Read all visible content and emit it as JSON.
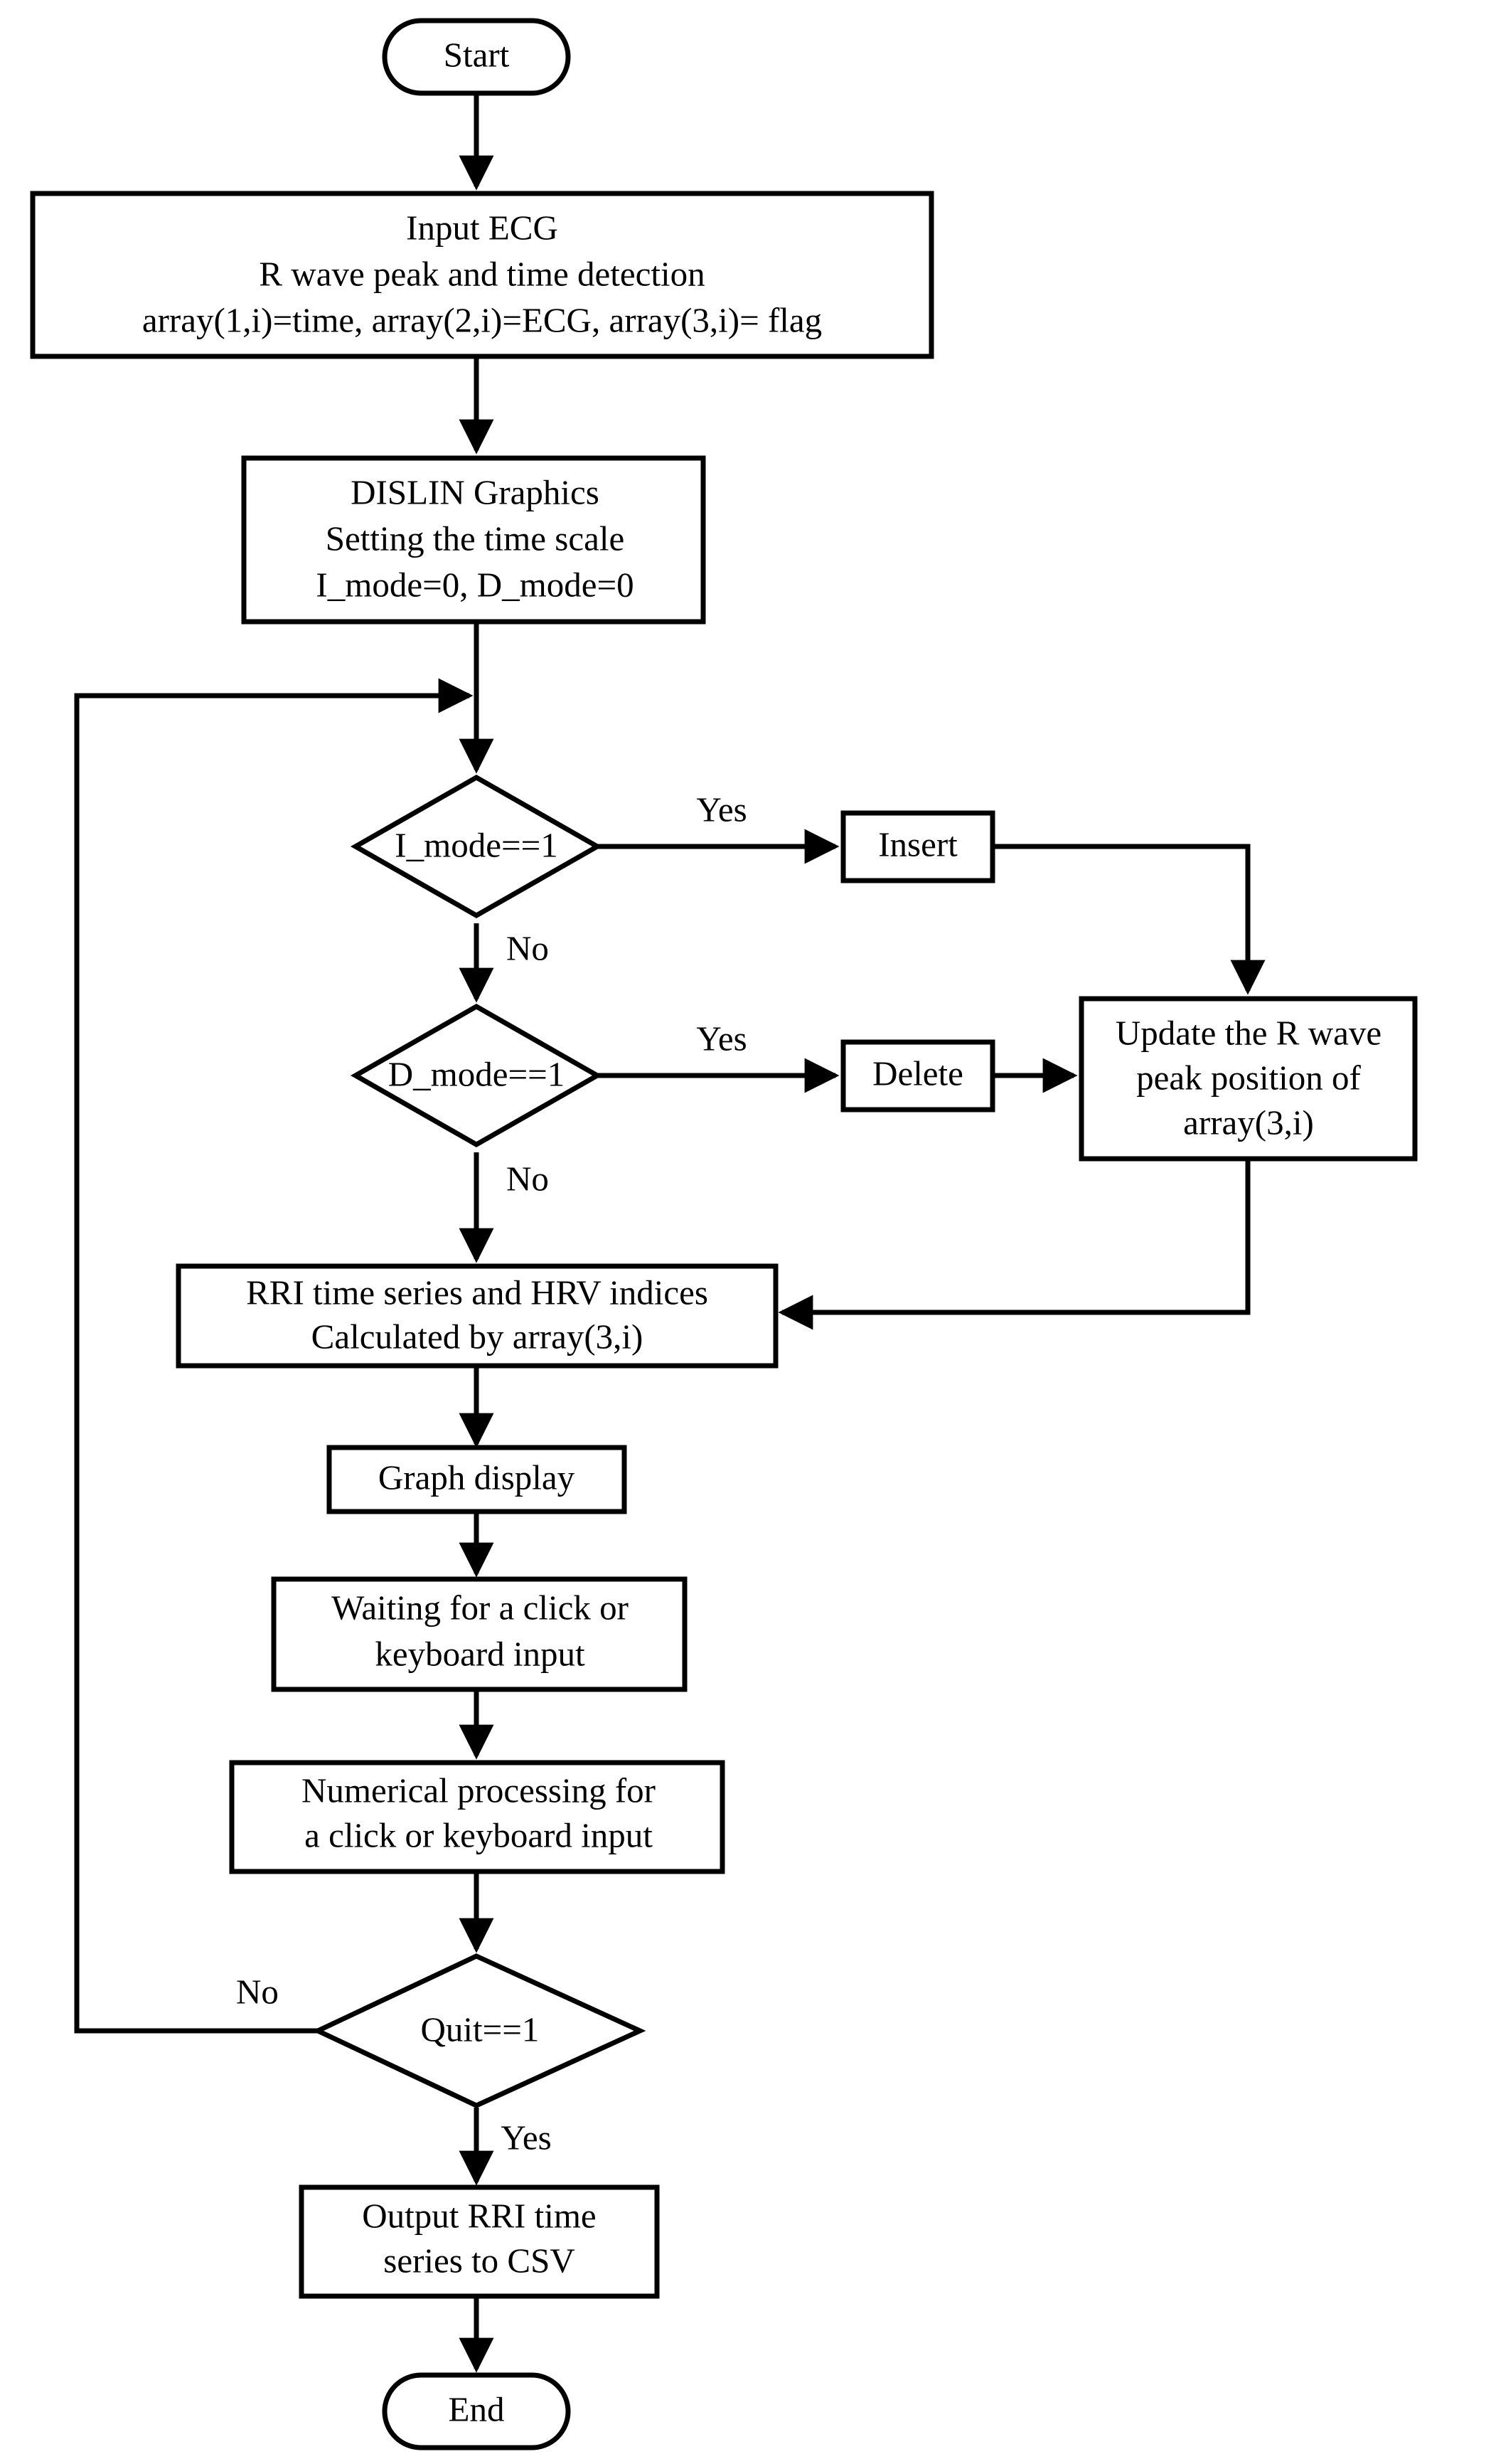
{
  "diagram": {
    "title": "ECG R wave editing and HRV analysis program flowchart",
    "type": "flowchart",
    "background_color": "#ffffff",
    "line_color": "#000000",
    "text_color": "#000000"
  },
  "nodes": {
    "start": {
      "shape": "terminator",
      "label": "Start"
    },
    "input_ecg": {
      "shape": "process",
      "lines": [
        "Input ECG",
        "R wave peak and time detection",
        "array(1,i)=time, array(2,i)=ECG, array(3,i)= flag"
      ]
    },
    "dislin": {
      "shape": "process",
      "lines": [
        "DISLIN Graphics",
        "Setting the time scale",
        "I_mode=0, D_mode=0"
      ]
    },
    "i_mode_decision": {
      "shape": "decision",
      "label": "I_mode==1"
    },
    "insert": {
      "shape": "process",
      "label": "Insert"
    },
    "d_mode_decision": {
      "shape": "decision",
      "label": "D_mode==1"
    },
    "delete": {
      "shape": "process",
      "label": "Delete"
    },
    "update_peak": {
      "shape": "process",
      "lines": [
        "Update the R wave",
        "peak position of",
        "array(3,i)"
      ]
    },
    "rri_hrv": {
      "shape": "process",
      "lines": [
        "RRI time series and HRV indices",
        "Calculated by array(3,i)"
      ]
    },
    "graph_display": {
      "shape": "process",
      "label": "Graph display"
    },
    "waiting_input": {
      "shape": "process",
      "lines": [
        "Waiting for a click or",
        "keyboard input"
      ]
    },
    "numerical_processing": {
      "shape": "process",
      "lines": [
        "Numerical processing for",
        "a click or keyboard input"
      ]
    },
    "quit_decision": {
      "shape": "decision",
      "label": "Quit==1"
    },
    "output_csv": {
      "shape": "process",
      "lines": [
        "Output RRI time",
        "series to CSV"
      ]
    },
    "end": {
      "shape": "terminator",
      "label": "End"
    }
  },
  "edge_labels": {
    "i_mode_yes": "Yes",
    "i_mode_no": "No",
    "d_mode_yes": "Yes",
    "d_mode_no": "No",
    "quit_no": "No",
    "quit_yes": "Yes"
  }
}
